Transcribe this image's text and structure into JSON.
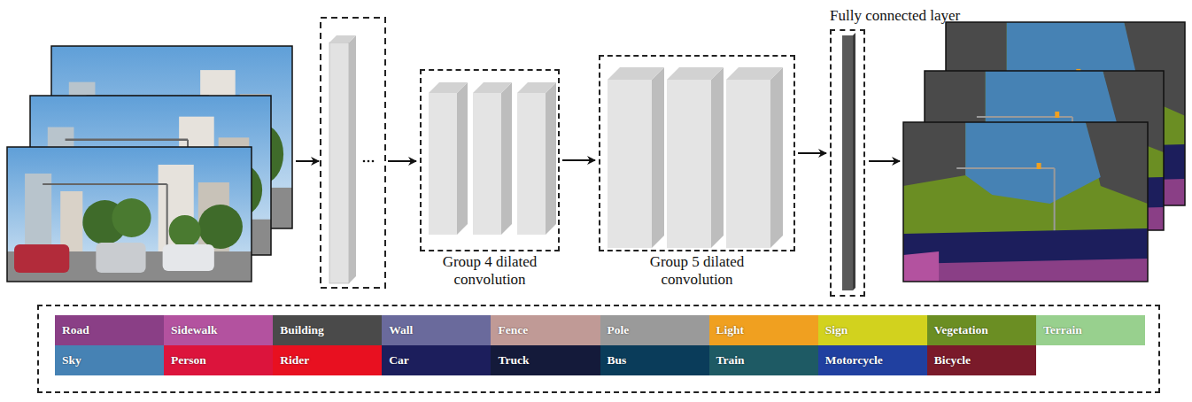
{
  "diagram": {
    "nodes": [
      {
        "text": [
          "Group 4 dilated convolution"
        ]
      },
      {
        "text": [
          "Group 5 dilated convolution"
        ]
      },
      {
        "text": [
          "Fully connected layer"
        ]
      }
    ],
    "edges": [
      {
        "from": 0,
        "to": 1,
        "arrow": "to"
      },
      {
        "from": 1,
        "to": 2,
        "arrow": "to"
      }
    ],
    "legend": [
      {
        "text": "Road",
        "color": "#8a3f86"
      },
      {
        "text": "Sidewalk",
        "color": "#b3529f"
      },
      {
        "text": "Building",
        "color": "#4a4a4a"
      },
      {
        "text": "Wall",
        "color": "#6a6a9c"
      },
      {
        "text": "Fence",
        "color": "#c09a96"
      },
      {
        "text": "Pole",
        "color": "#9a9a9a"
      },
      {
        "text": "Light",
        "color": "#f0a020"
      },
      {
        "text": "Sign",
        "color": "#d2d21e"
      },
      {
        "text": "Vegetation",
        "color": "#6b8e23"
      },
      {
        "text": "Terrain",
        "color": "#98d08e"
      },
      {
        "text": "Sky",
        "color": "#4682b4"
      },
      {
        "text": "Person",
        "color": "#dc143c"
      },
      {
        "text": "Rider",
        "color": "#e81020"
      },
      {
        "text": "Car",
        "color": "#1c1e5c"
      },
      {
        "text": "Truck",
        "color": "#141a3a"
      },
      {
        "text": "Bus",
        "color": "#0a3c5a"
      },
      {
        "text": "Train",
        "color": "#1e5a64"
      },
      {
        "text": "Motorcycle",
        "color": "#2040a0"
      },
      {
        "text": "Bicycle",
        "color": "#7a1a2a"
      }
    ]
  }
}
